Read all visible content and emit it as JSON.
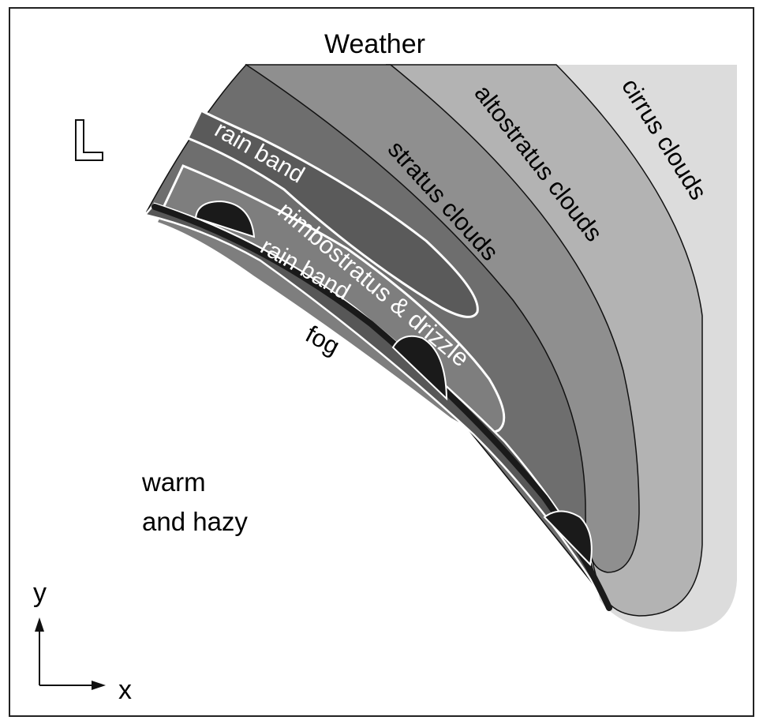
{
  "title": "Weather",
  "regions": {
    "cirrus": "cirrus clouds",
    "altostratus": "altostratus clouds",
    "stratus": "stratus clouds",
    "nimbostratus": "nimbostratus & drizzle",
    "rain_band_upper": "rain band",
    "rain_band_lower": "rain band",
    "fog": "fog",
    "warm_line1": "warm",
    "warm_line2": "and hazy"
  },
  "symbol": "L",
  "axes": {
    "x": "x",
    "y": "y"
  },
  "colors": {
    "cirrus": "#dcdcdc",
    "altostratus": "#b3b3b3",
    "stratus": "#8f8f8f",
    "nimbostratus": "#6e6e6e",
    "rain_band": "#555555",
    "front": "#1a1a1a",
    "text": "#000000",
    "inner_text": "#ffffff"
  }
}
